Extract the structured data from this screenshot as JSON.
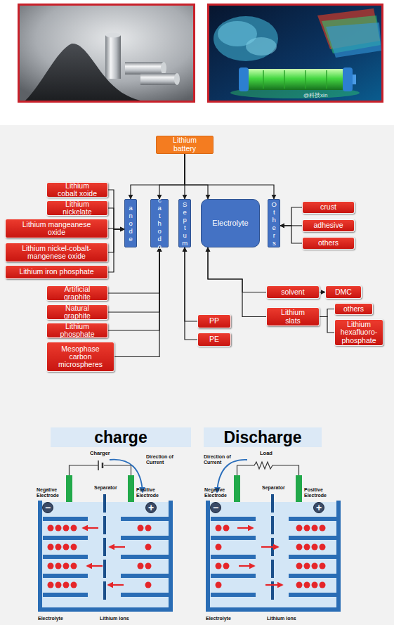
{
  "diagram": {
    "nodes": [
      {
        "text": [
          "Lithium battery"
        ]
      },
      {
        "text": [
          "anode"
        ]
      },
      {
        "text": [
          "cathode"
        ]
      },
      {
        "text": [
          "Septum"
        ]
      },
      {
        "text": [
          "Electrolyte"
        ]
      },
      {
        "text": [
          "Others"
        ]
      },
      {
        "text": [
          "Lithium cobalt xoide"
        ]
      },
      {
        "text": [
          "Lithium nickelate"
        ]
      },
      {
        "text": [
          "Lithium mangeanese oxide"
        ]
      },
      {
        "text": [
          "Lithium nickel-cobalt-mangenese oxide"
        ]
      },
      {
        "text": [
          "Lithium iron phosphate"
        ]
      },
      {
        "text": [
          "Artificial graphite"
        ]
      },
      {
        "text": [
          "Natural graphite"
        ]
      },
      {
        "text": [
          "Lithium phosphate"
        ]
      },
      {
        "text": [
          "Mesophase carbon microspheres"
        ]
      },
      {
        "text": [
          "PP"
        ]
      },
      {
        "text": [
          "PE"
        ]
      },
      {
        "text": [
          "solvent"
        ]
      },
      {
        "text": [
          "DMC"
        ]
      },
      {
        "text": [
          "Lithium slats"
        ]
      },
      {
        "text": [
          "others"
        ]
      },
      {
        "text": [
          "Lithium hexafluoro-phosphate"
        ]
      },
      {
        "text": [
          "crust"
        ]
      },
      {
        "text": [
          "adhesive"
        ]
      },
      {
        "text": [
          "others"
        ]
      },
      {
        "text": [
          "charge"
        ]
      },
      {
        "text": [
          "−"
        ]
      },
      {
        "text": [
          "+"
        ]
      },
      {
        "text": [
          "Discharge"
        ]
      },
      {
        "text": [
          "−"
        ]
      },
      {
        "text": [
          "+"
        ]
      }
    ],
    "edges": [
      {
        "from": 0,
        "to": 1,
        "arrow": "to"
      },
      {
        "from": 0,
        "to": 2,
        "arrow": "to"
      },
      {
        "from": 0,
        "to": 3,
        "arrow": "to"
      },
      {
        "from": 0,
        "to": 4,
        "arrow": "to"
      },
      {
        "from": 0,
        "to": 5,
        "arrow": "to"
      },
      {
        "from": 6,
        "to": 1,
        "arrow": "to"
      },
      {
        "from": 7,
        "to": 1,
        "arrow": "to"
      },
      {
        "from": 8,
        "to": 1,
        "arrow": "to"
      },
      {
        "from": 9,
        "to": 1,
        "arrow": "to"
      },
      {
        "from": 10,
        "to": 1,
        "arrow": "to"
      },
      {
        "from": 11,
        "to": 2,
        "arrow": "to"
      },
      {
        "from": 12,
        "to": 2,
        "arrow": "to"
      },
      {
        "from": 13,
        "to": 2,
        "arrow": "to"
      },
      {
        "from": 14,
        "to": 2,
        "arrow": "to"
      },
      {
        "from": 15,
        "to": 3,
        "arrow": "to"
      },
      {
        "from": 16,
        "to": 3,
        "arrow": "to"
      },
      {
        "from": 17,
        "to": 4,
        "arrow": "to"
      },
      {
        "from": 19,
        "to": 4,
        "arrow": "to"
      },
      {
        "from": 17,
        "to": 18,
        "arrow": "to"
      },
      {
        "from": 19,
        "to": 20,
        "arrow": "none"
      },
      {
        "from": 19,
        "to": 21,
        "arrow": "none"
      },
      {
        "from": 22,
        "to": 5,
        "arrow": "to"
      },
      {
        "from": 23,
        "to": 5,
        "arrow": "to"
      },
      {
        "from": 24,
        "to": 5,
        "arrow": "to"
      }
    ],
    "labels": [
      "@科技xin",
      "Charger",
      "Direction of Current",
      "Negative Electrode",
      "Separator",
      "Positive Electrode",
      "Electrolyte",
      "Lithium Ions",
      "Load",
      "Direction of Current",
      "Negative Electrode",
      "Separator",
      "Positive Electrode",
      "Electrolyte",
      "Lithium Ions"
    ]
  }
}
